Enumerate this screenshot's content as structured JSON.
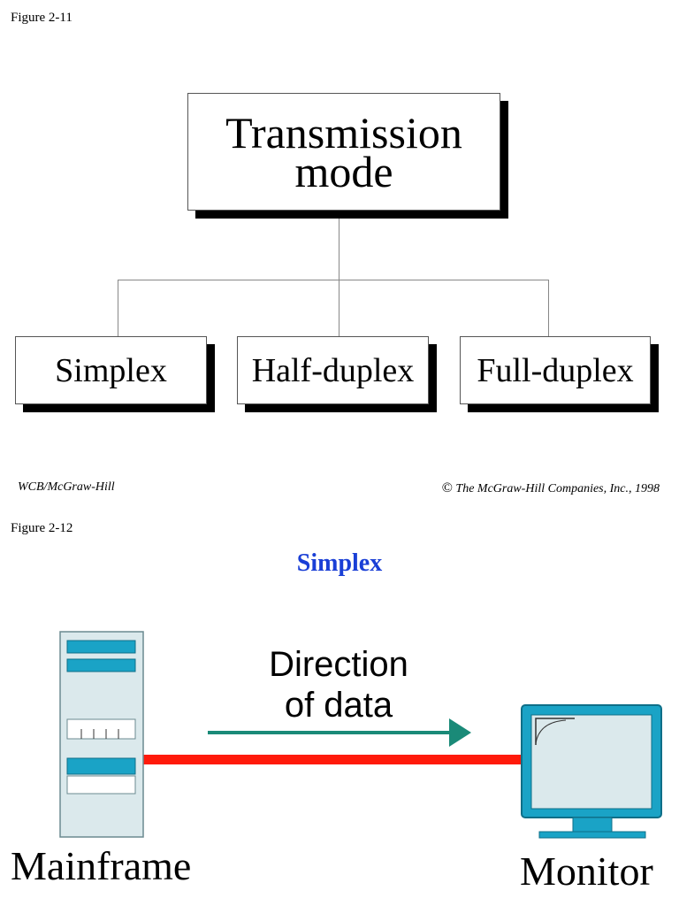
{
  "figure1": {
    "label": "Figure 2-11",
    "root": "Transmission mode",
    "root_line1": "Transmission",
    "root_line2": "mode",
    "children": [
      "Simplex",
      "Half-duplex",
      "Full-duplex"
    ]
  },
  "footer": {
    "left": "WCB/McGraw-Hill",
    "right": "The McGraw-Hill Companies, Inc., 1998",
    "copyright_symbol": "©"
  },
  "figure2": {
    "label": "Figure 2-12",
    "title": "Simplex",
    "direction_line1": "Direction",
    "direction_line2": "of data",
    "source": "Mainframe",
    "destination": "Monitor"
  },
  "colors": {
    "title_blue": "#1a3fd6",
    "arrow_green": "#1a8a78",
    "link_red": "#ff1a0a",
    "device_teal": "#1aa3c6",
    "device_face": "#dbe9ec"
  }
}
